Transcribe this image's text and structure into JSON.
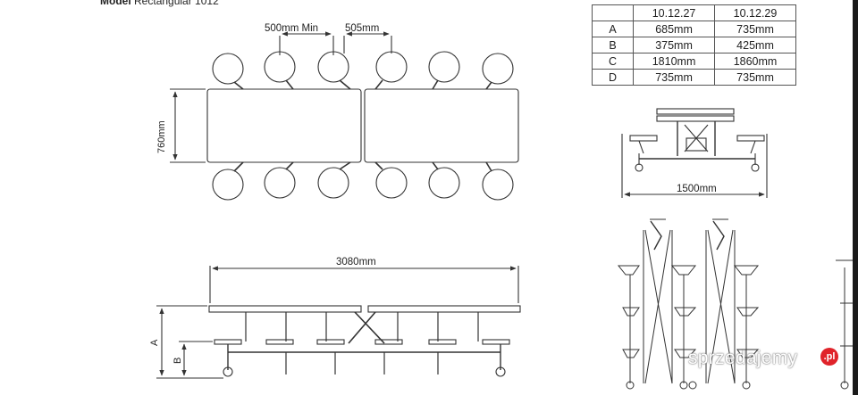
{
  "title": {
    "bold": "Model",
    "rest": "Rectangular 1012"
  },
  "dimensions": {
    "seat_gap_min": "500mm Min",
    "seat_pitch": "505mm",
    "width": "760mm",
    "length": "3080mm",
    "side_length": "1500mm",
    "height_a": "A",
    "height_b": "B"
  },
  "spec_table": {
    "headers": [
      "",
      "10.12.27",
      "10.12.29"
    ],
    "rows": [
      [
        "A",
        "685mm",
        "735mm"
      ],
      [
        "B",
        "375mm",
        "425mm"
      ],
      [
        "C",
        "1810mm",
        "1860mm"
      ],
      [
        "D",
        "735mm",
        "735mm"
      ]
    ]
  },
  "watermark": {
    "text": "sprzedajemy",
    "badge": ".pl"
  }
}
